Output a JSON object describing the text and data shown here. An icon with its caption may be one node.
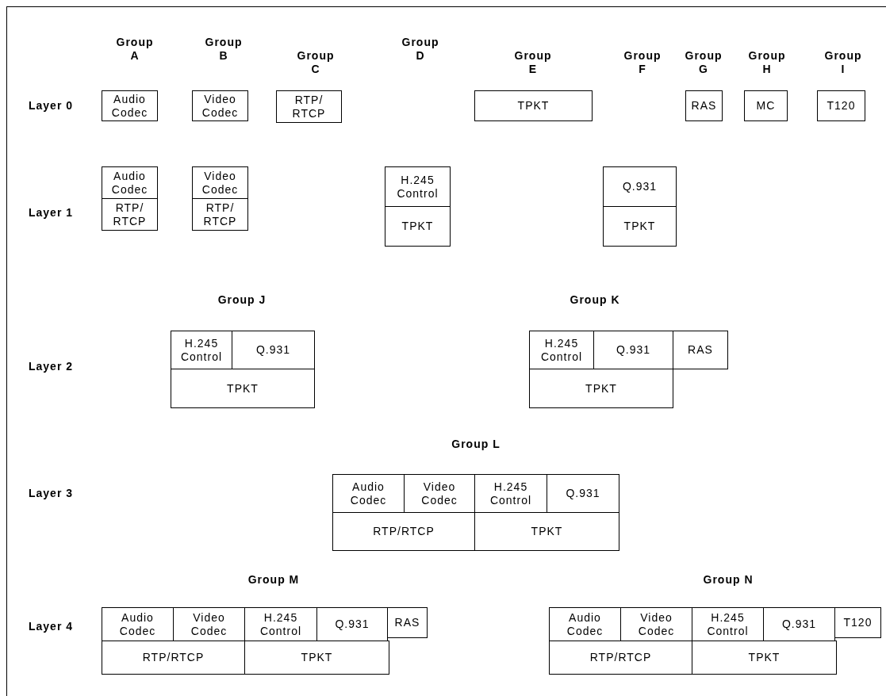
{
  "diagram": {
    "nodes": [
      {
        "text": [
          "Audio Codec"
        ]
      },
      {
        "text": [
          "Video Codec"
        ]
      },
      {
        "text": [
          "RTP/ RTCP"
        ]
      },
      {
        "text": [
          "TPKT"
        ]
      },
      {
        "text": [
          "RAS"
        ]
      },
      {
        "text": [
          "MC"
        ]
      },
      {
        "text": [
          "T120"
        ]
      },
      {
        "text": [
          "Audio Codec"
        ]
      },
      {
        "text": [
          "RTP/ RTCP"
        ]
      },
      {
        "text": [
          "Video Codec"
        ]
      },
      {
        "text": [
          "RTP/ RTCP"
        ]
      },
      {
        "text": [
          "H.245 Control"
        ]
      },
      {
        "text": [
          "TPKT"
        ]
      },
      {
        "text": [
          "Q.931"
        ]
      },
      {
        "text": [
          "TPKT"
        ]
      },
      {
        "text": [
          "H.245 Control"
        ]
      },
      {
        "text": [
          "Q.931"
        ]
      },
      {
        "text": [
          "TPKT"
        ]
      },
      {
        "text": [
          "H.245 Control"
        ]
      },
      {
        "text": [
          "Q.931"
        ]
      },
      {
        "text": [
          "RAS"
        ]
      },
      {
        "text": [
          "TPKT"
        ]
      },
      {
        "text": [
          "Audio Codec"
        ]
      },
      {
        "text": [
          "Video Codec"
        ]
      },
      {
        "text": [
          "H.245 Control"
        ]
      },
      {
        "text": [
          "Q.931"
        ]
      },
      {
        "text": [
          "RTP/RTCP"
        ]
      },
      {
        "text": [
          "TPKT"
        ]
      },
      {
        "text": [
          "Audio Codec"
        ]
      },
      {
        "text": [
          "Video Codec"
        ]
      },
      {
        "text": [
          "H.245 Control"
        ]
      },
      {
        "text": [
          "Q.931"
        ]
      },
      {
        "text": [
          "RAS"
        ]
      },
      {
        "text": [
          "RTP/RTCP"
        ]
      },
      {
        "text": [
          "TPKT"
        ]
      },
      {
        "text": [
          "Audio Codec"
        ]
      },
      {
        "text": [
          "Video Codec"
        ]
      },
      {
        "text": [
          "H.245 Control"
        ]
      },
      {
        "text": [
          "Q.931"
        ]
      },
      {
        "text": [
          "T120"
        ]
      },
      {
        "text": [
          "RTP/RTCP"
        ]
      },
      {
        "text": [
          "TPKT"
        ]
      }
    ],
    "labels": [
      "Group A",
      "Group B",
      "Group C",
      "Group D",
      "Group E",
      "Group F",
      "Group G",
      "Group H",
      "Group I",
      "Layer 0",
      "Layer 1",
      "Group J",
      "Group K",
      "Layer 2",
      "Group L",
      "Layer 3",
      "Group M",
      "Group N",
      "Layer 4"
    ]
  }
}
